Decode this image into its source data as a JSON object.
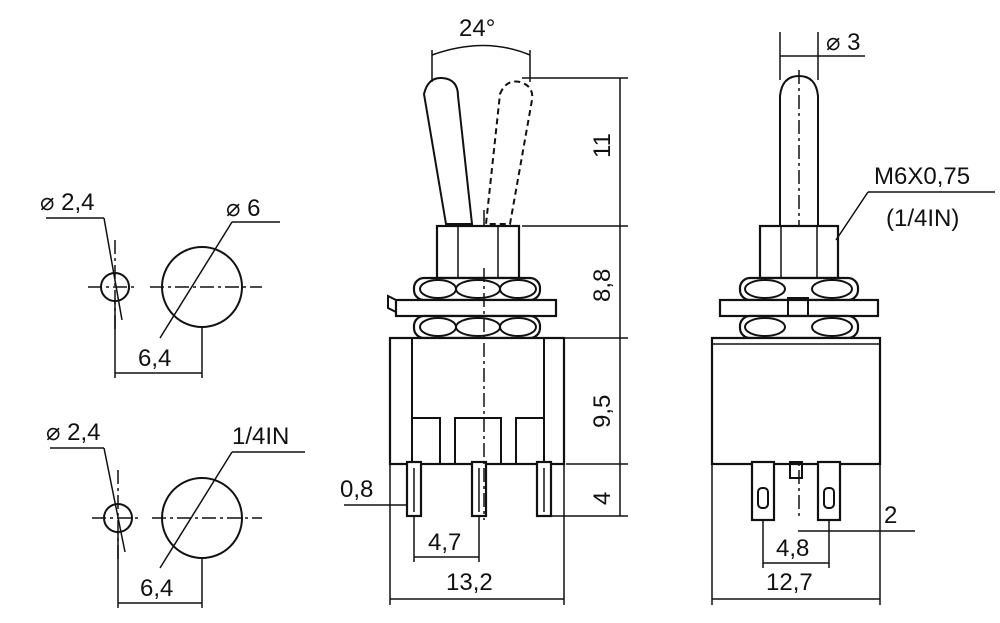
{
  "labels": {
    "angle": "24°",
    "dia3": "⌀ 3",
    "thread": "M6X0,75",
    "thread_in": "(1/4IN)",
    "dim11": "11",
    "dim8_8": "8,8",
    "dim9_5": "9,5",
    "dim4": "4",
    "dim0_8": "0,8",
    "dim4_7": "4,7",
    "dim13_2": "13,2",
    "dim2": "2",
    "dim4_8": "4,8",
    "dim12_7": "12,7",
    "top_hole_dia": "⌀ 2,4",
    "top_big_dia": "⌀ 6",
    "top_spacing": "6,4",
    "bot_hole_dia": "⌀ 2,4",
    "bot_big_dia": "1/4IN",
    "bot_spacing": "6,4"
  }
}
